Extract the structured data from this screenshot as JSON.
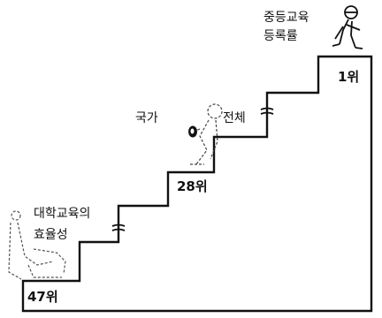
{
  "labels": {
    "secondary_enrollment": [
      "중등교육",
      "등록률"
    ],
    "rank_first": "1위",
    "national_overall": [
      "국가",
      "전체"
    ],
    "rank_middle": "28위",
    "university_efficiency": [
      "대학교육의",
      "효율성"
    ],
    "rank_last": "47위"
  },
  "ranks": [
    1,
    28,
    47
  ],
  "colors": {
    "ink": "#111111",
    "faint": "#666666"
  }
}
